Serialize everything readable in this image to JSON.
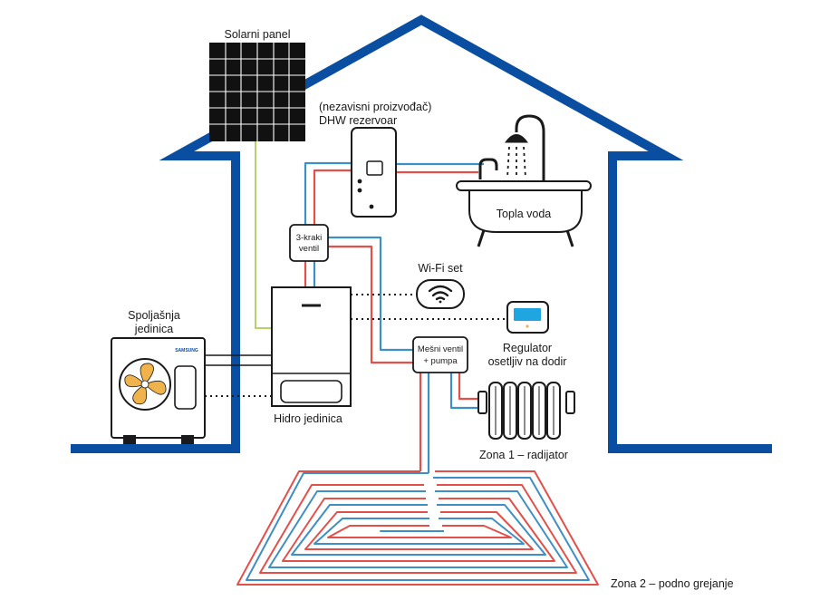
{
  "labels": {
    "solar_panel": "Solarni panel",
    "dhw_line1": "(nezavisni proizvođač)",
    "dhw_line2": "DHW rezervoar",
    "hot_water": "Topla voda",
    "valve_line1": "3-kraki",
    "valve_line2": "ventil",
    "wifi": "Wi-Fi set",
    "outdoor_line1": "Spoljašnja",
    "outdoor_line2": "jedinica",
    "brand": "SAMSUNG",
    "regulator_line1": "Regulator",
    "regulator_line2": "osetljiv na dodir",
    "mixing_line1": "Mešni ventil",
    "mixing_line2": "+ pumpa",
    "hydro_unit": "Hidro jedinica",
    "zone1": "Zona 1 – radijator",
    "zone2": "Zona 2 – podno grejanje"
  },
  "colors": {
    "house": "#0a4ea2",
    "hot_pipe": "#e3504a",
    "cold_pipe": "#3d8fc6",
    "solar_wire": "#b5d36a",
    "outline": "#1a1a1a",
    "fan": "#f0b24a",
    "screen": "#1fa6e0"
  },
  "icons": {
    "wifi": "wifi-icon",
    "shower": "shower-icon",
    "fan": "fan-icon"
  }
}
